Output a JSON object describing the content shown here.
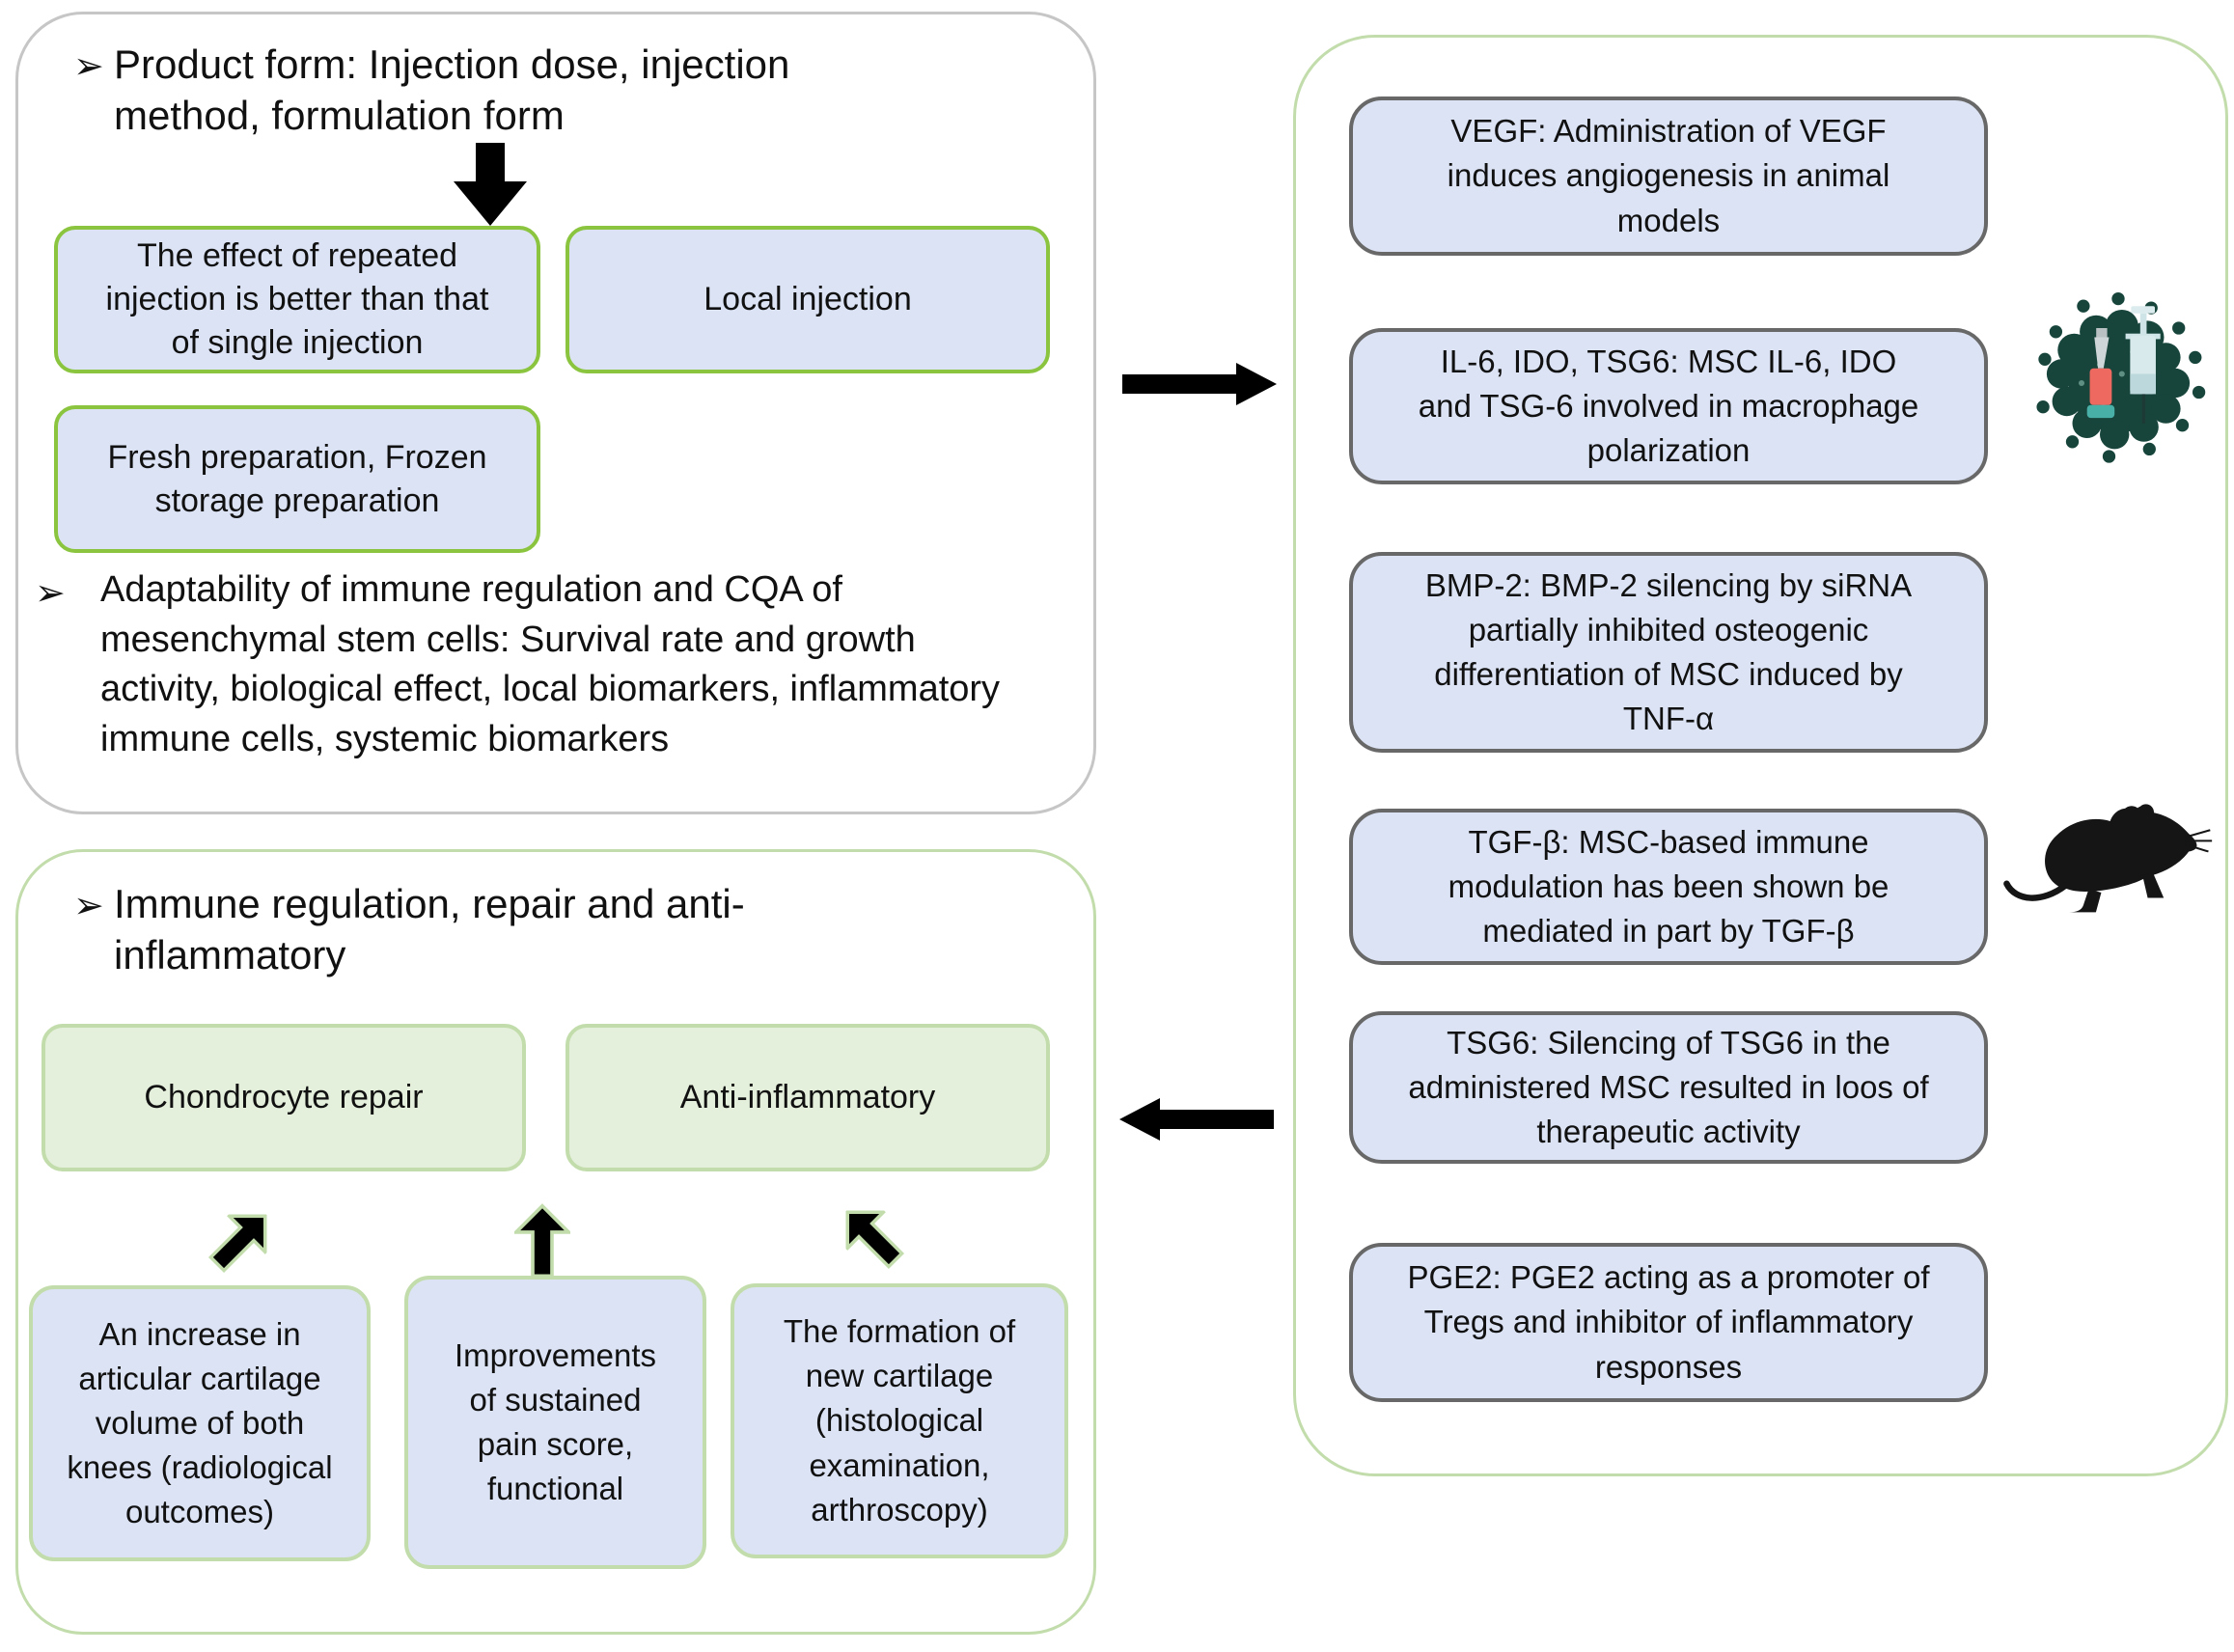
{
  "glyphs": {
    "bullet": "➢"
  },
  "colors": {
    "vivid_green_border": "#8bc53f",
    "pale_green_border": "#c2ddab",
    "light_blue_fill": "#dbe3f4",
    "light_green_fill": "#e5f0dc",
    "dark_gray_border": "#686868",
    "container_gray_border": "#c6c6c6",
    "arrow_black": "#000000",
    "virus_teal": "#17453c"
  },
  "left_top": {
    "bullet1": "Product form: Injection dose, injection method, formulation form",
    "box_repeated": "The effect of repeated injection is better than that of single injection",
    "box_local": "Local injection",
    "box_fresh": "Fresh preparation, Frozen storage preparation",
    "bullet2": "Adaptability of immune regulation and CQA of mesenchymal stem cells: Survival rate and growth activity, biological effect, local biomarkers, inflammatory immune cells, systemic biomarkers"
  },
  "left_bottom": {
    "bullet": "Immune regulation, repair and anti-inflammatory",
    "outcome_left": "Chondrocyte repair",
    "outcome_right": "Anti-inflammatory",
    "evidence": [
      "An increase in articular cartilage volume of both knees (radiological outcomes)",
      "Improvements of sustained pain score, functional",
      "The formation of new cartilage (histological examination, arthroscopy)"
    ]
  },
  "right": {
    "boxes": [
      "VEGF: Administration of VEGF induces angiogenesis in animal models",
      "IL-6, IDO, TSG6: MSC IL-6, IDO and TSG-6 involved in macrophage polarization",
      "BMP-2: BMP-2 silencing by siRNA partially inhibited osteogenic differentiation of MSC induced by TNF-α",
      "TGF-β: MSC-based immune modulation has been shown be mediated in part by TGF-β",
      "TSG6: Silencing of TSG6 in the administered MSC resulted in loos of therapeutic activity",
      "PGE2: PGE2 acting as a promoter of Tregs and inhibitor of inflammatory responses"
    ],
    "icons": [
      "virus-syringe-icon",
      "mouse-icon"
    ]
  }
}
